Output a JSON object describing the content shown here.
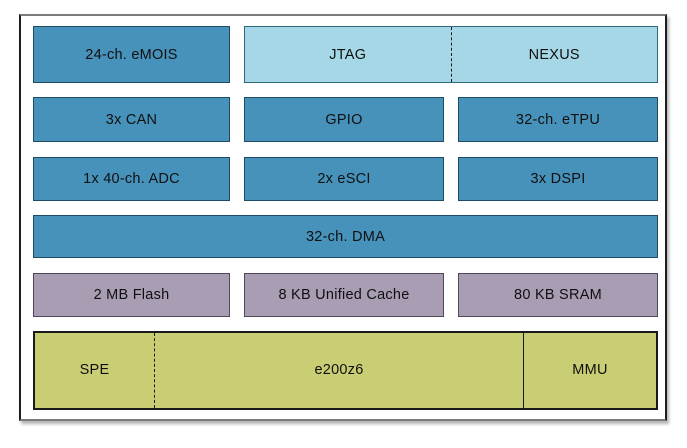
{
  "diagram": {
    "type": "soc-block-diagram",
    "peripheral_blocks": {
      "emois": "24-ch. eMOIS",
      "can": "3x CAN",
      "gpio": "GPIO",
      "etpu": "32-ch. eTPU",
      "adc": "1x 40-ch. ADC",
      "esci": "2x eSCI",
      "dspi": "3x DSPI",
      "dma": "32-ch. DMA"
    },
    "debug_blocks": {
      "jtag": "JTAG",
      "nexus": "NEXUS"
    },
    "memory_blocks": {
      "flash": "2 MB Flash",
      "cache": "8 KB Unified Cache",
      "sram": "80 KB SRAM"
    },
    "core_block": {
      "spe": "SPE",
      "core": "e200z6",
      "mmu": "MMU"
    },
    "colors": {
      "peripheral_blue": "#4792ba",
      "debug_light_blue": "#a6d7e6",
      "memory_purple": "#a89db3",
      "core_green": "#c9ce74",
      "frame_border": "#1e1e1e",
      "text": "#101010"
    }
  }
}
